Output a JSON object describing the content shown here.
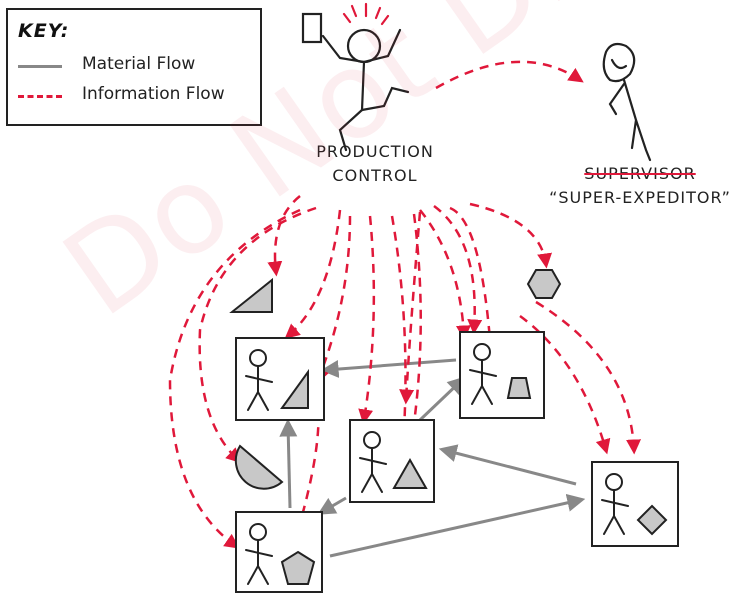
{
  "key": {
    "title": "KEY:",
    "material_label": "Material Flow",
    "information_label": "Information Flow"
  },
  "roles": {
    "production_control_line1": "PRODUCTION",
    "production_control_line2": "CONTROL",
    "supervisor_struck": "SUPERVISOR",
    "supervisor_new": "“SUPER-EXPEDITOR”"
  },
  "watermark": "Do Not Distribute",
  "colors": {
    "material_flow": "#888888",
    "information_flow": "#e0183a",
    "ink": "#222222",
    "shape_fill": "#d0d0d0"
  }
}
